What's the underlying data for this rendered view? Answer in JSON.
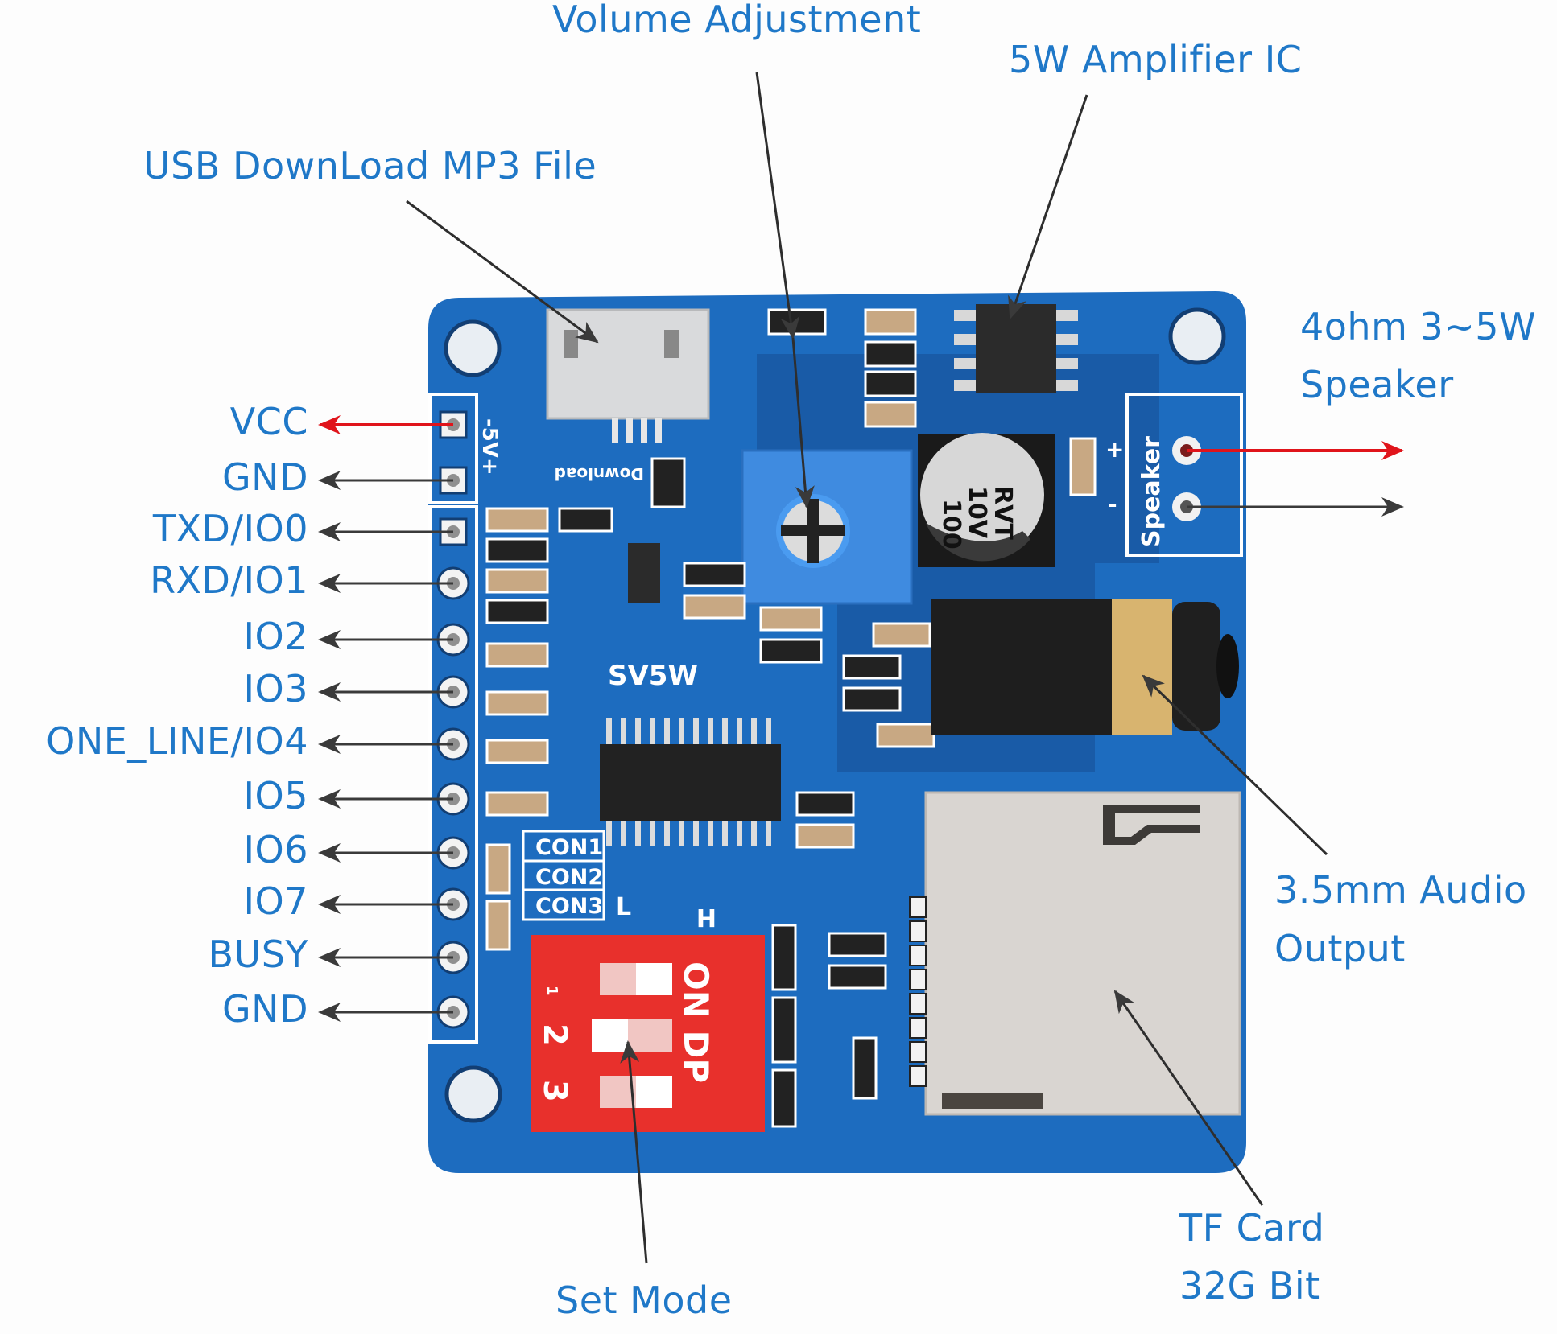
{
  "board": {
    "model_silkscreen": "SV5W",
    "power_silkscreen": "-5V+",
    "download_silkscreen": "Download",
    "speaker_silkscreen": "Speaker",
    "speaker_plus": "+",
    "speaker_minus": "-",
    "con_labels": [
      "CON1",
      "CON2",
      "CON3"
    ],
    "level_low": "L",
    "level_high": "H",
    "capacitor_marking": [
      "100",
      "10V",
      "RVT"
    ],
    "dip_switch": {
      "label": "ON DP",
      "numbers": [
        "1",
        "2",
        "3"
      ]
    },
    "colors": {
      "pcb_blue": "#1d6cbf",
      "pcb_dark": "#164f93",
      "label_blue": "#1f78c8",
      "arrow_red": "#e0141b",
      "arrow_dark": "#3a3a3a",
      "dip_red": "#e8302c"
    }
  },
  "pin_labels": [
    {
      "text": "VCC",
      "arrow": "red"
    },
    {
      "text": "GND",
      "arrow": "dark"
    },
    {
      "text": "TXD/IO0",
      "arrow": "dark"
    },
    {
      "text": "RXD/IO1",
      "arrow": "dark"
    },
    {
      "text": "IO2",
      "arrow": "dark"
    },
    {
      "text": "IO3",
      "arrow": "dark"
    },
    {
      "text": "ONE_LINE/IO4",
      "arrow": "dark"
    },
    {
      "text": "IO5",
      "arrow": "dark"
    },
    {
      "text": "IO6",
      "arrow": "dark"
    },
    {
      "text": "IO7",
      "arrow": "dark"
    },
    {
      "text": "BUSY",
      "arrow": "dark"
    },
    {
      "text": "GND",
      "arrow": "dark"
    }
  ],
  "callouts": {
    "volume": "Volume Adjustment",
    "amplifier": "5W Amplifier IC",
    "usb": "USB DownLoad MP3 File",
    "speaker_line1": "4ohm 3~5W",
    "speaker_line2": "Speaker",
    "audio_line1": "3.5mm Audio",
    "audio_line2": "Output",
    "tf_line1": "TF Card",
    "tf_line2": "32G Bit",
    "set_mode": "Set Mode"
  }
}
